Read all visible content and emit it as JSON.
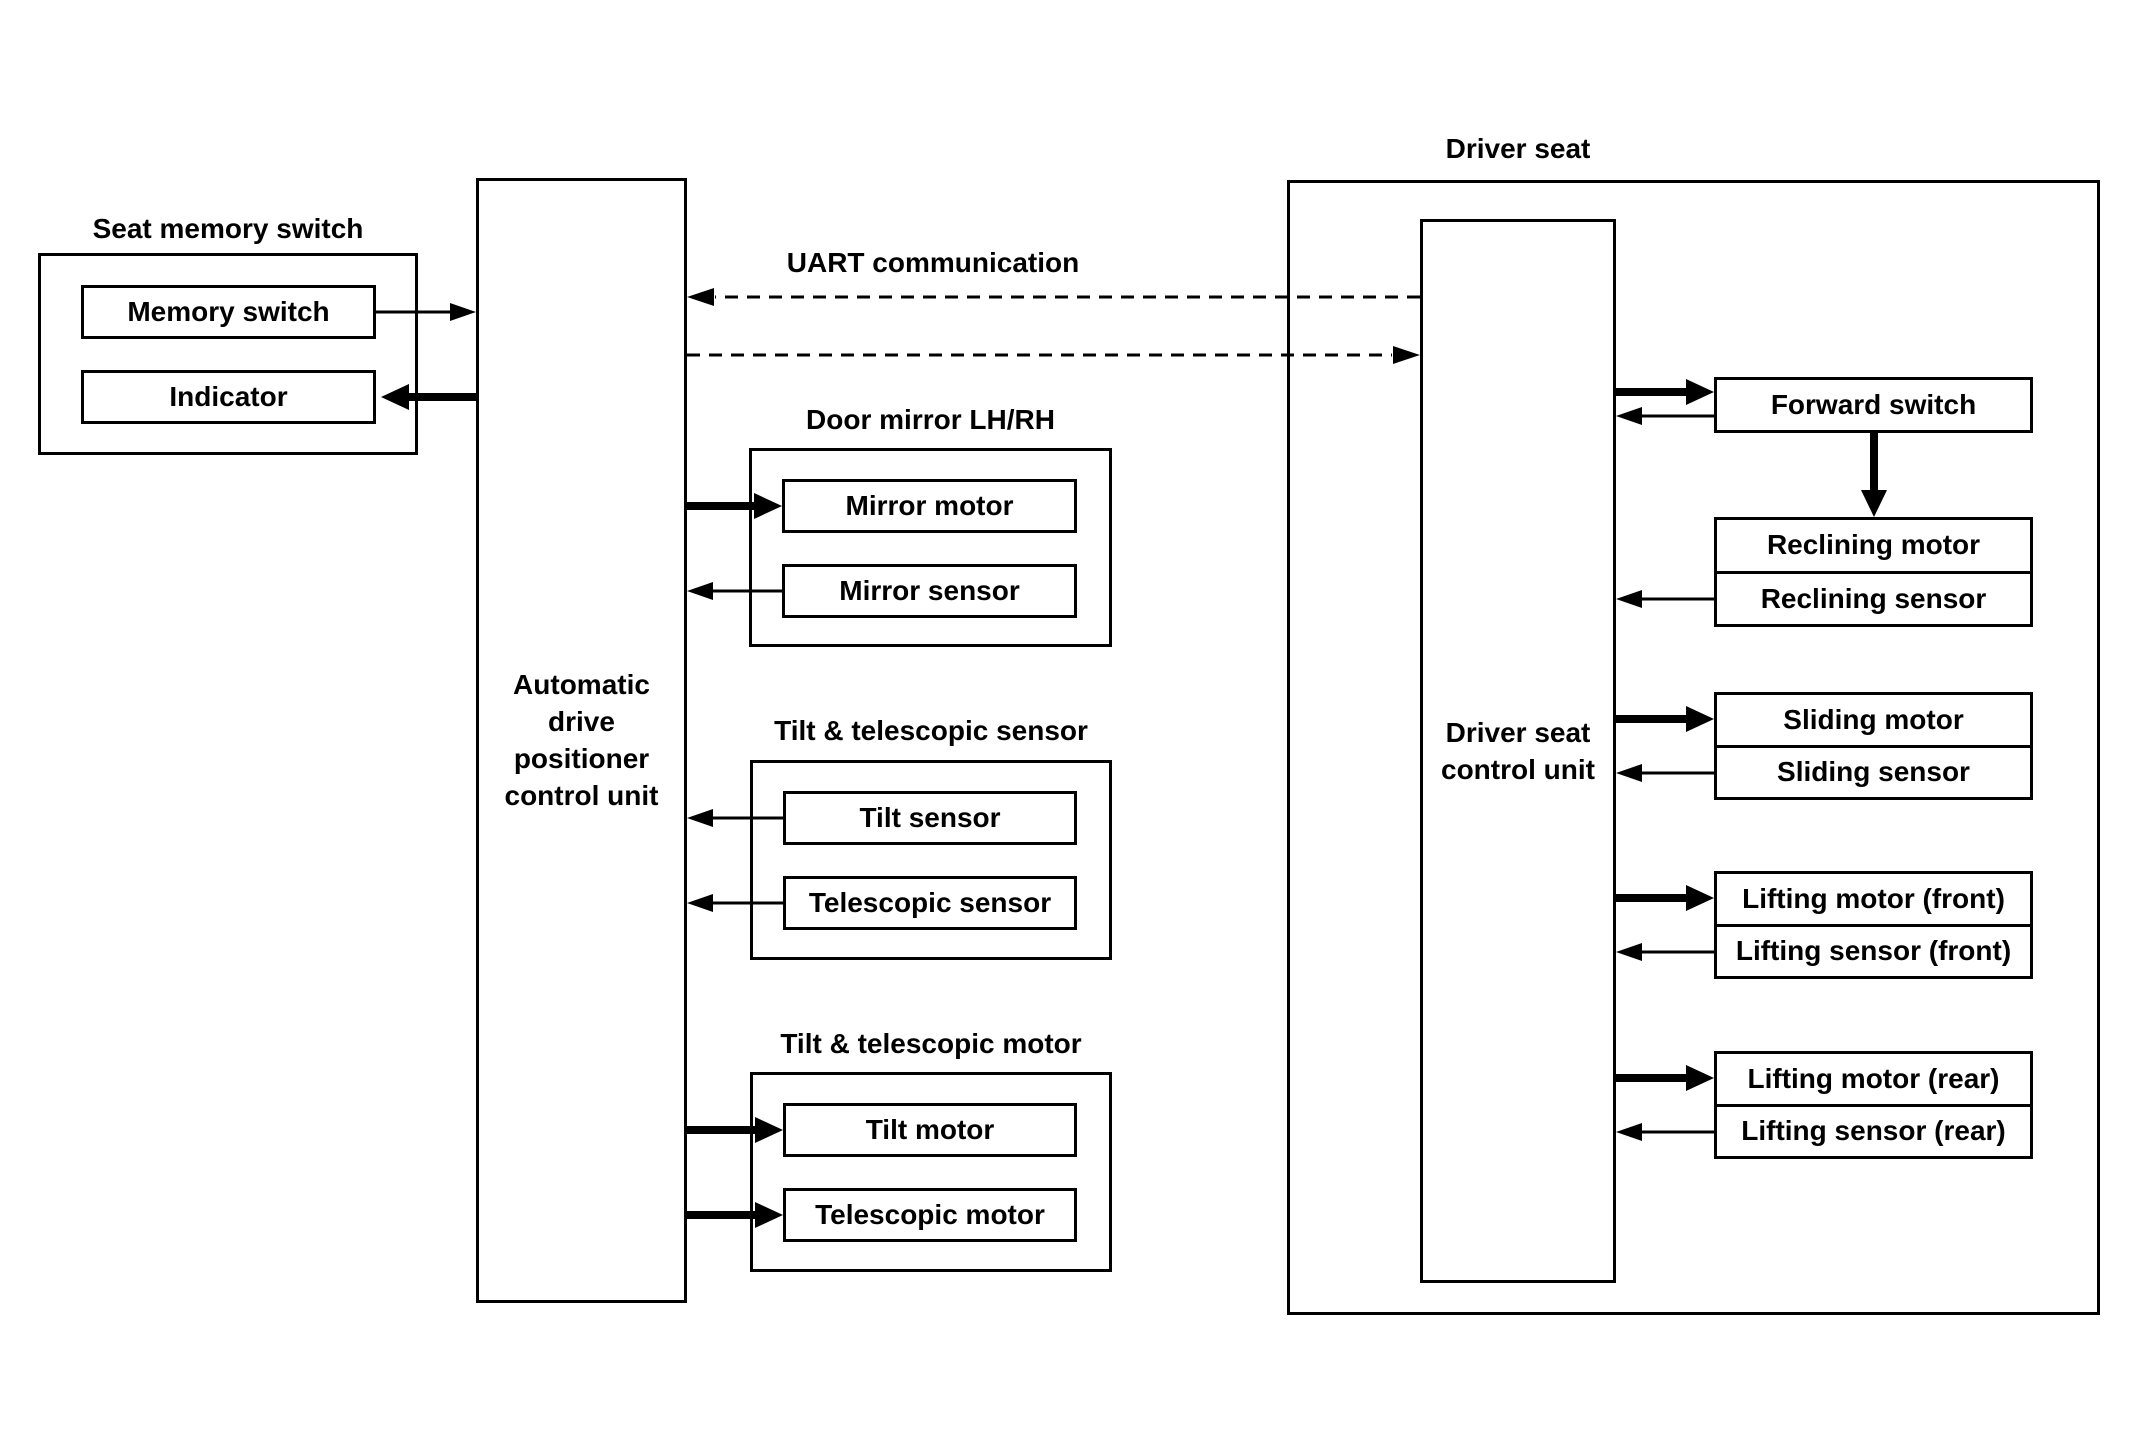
{
  "seat_memory_switch": {
    "group_label": "Seat memory switch",
    "memory_switch": "Memory switch",
    "indicator": "Indicator"
  },
  "positioner_unit": {
    "lines": [
      "Automatic",
      "drive",
      "positioner",
      "control unit"
    ]
  },
  "uart": {
    "label": "UART communication"
  },
  "door_mirror": {
    "group_label": "Door mirror LH/RH",
    "motor": "Mirror motor",
    "sensor": "Mirror sensor"
  },
  "tilt_telescopic_sensor": {
    "group_label": "Tilt & telescopic sensor",
    "tilt": "Tilt sensor",
    "telescopic": "Telescopic sensor"
  },
  "tilt_telescopic_motor": {
    "group_label": "Tilt & telescopic motor",
    "tilt": "Tilt motor",
    "telescopic": "Telescopic motor"
  },
  "driver_seat": {
    "group_label": "Driver seat",
    "control_unit_lines": [
      "Driver seat",
      "control unit"
    ],
    "forward_switch": "Forward switch",
    "reclining_motor": "Reclining motor",
    "reclining_sensor": "Reclining sensor",
    "sliding_motor": "Sliding motor",
    "sliding_sensor": "Sliding sensor",
    "lifting_motor_front": "Lifting motor (front)",
    "lifting_sensor_front": "Lifting sensor (front)",
    "lifting_motor_rear": "Lifting motor (rear)",
    "lifting_sensor_rear": "Lifting sensor (rear)"
  },
  "colors": {
    "line": "#000000",
    "background": "#ffffff"
  }
}
